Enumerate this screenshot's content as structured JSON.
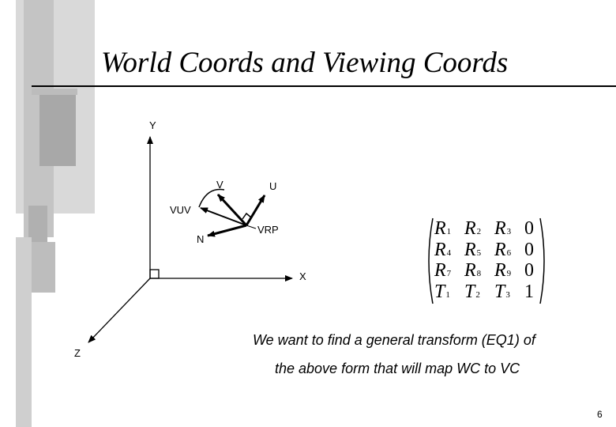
{
  "slide": {
    "title": "World Coords and Viewing Coords",
    "page_number": "6"
  },
  "diagram": {
    "world_axes": {
      "y": "Y",
      "x": "X",
      "z": "Z"
    },
    "viewing": {
      "v": "V",
      "u": "U",
      "vuv": "VUV",
      "n": "N",
      "vrp": "VRP"
    }
  },
  "matrix": {
    "rows": [
      [
        {
          "s": "R",
          "i": "1"
        },
        {
          "s": "R",
          "i": "2"
        },
        {
          "s": "R",
          "i": "3"
        },
        {
          "s": "0",
          "i": ""
        }
      ],
      [
        {
          "s": "R",
          "i": "4"
        },
        {
          "s": "R",
          "i": "5"
        },
        {
          "s": "R",
          "i": "6"
        },
        {
          "s": "0",
          "i": ""
        }
      ],
      [
        {
          "s": "R",
          "i": "7"
        },
        {
          "s": "R",
          "i": "8"
        },
        {
          "s": "R",
          "i": "9"
        },
        {
          "s": "0",
          "i": ""
        }
      ],
      [
        {
          "s": "T",
          "i": "1"
        },
        {
          "s": "T",
          "i": "2"
        },
        {
          "s": "T",
          "i": "3"
        },
        {
          "s": "1",
          "i": ""
        }
      ]
    ]
  },
  "caption": {
    "line1": "We want to find a general transform (EQ1) of",
    "line2": "the above form that will map WC to VC"
  }
}
